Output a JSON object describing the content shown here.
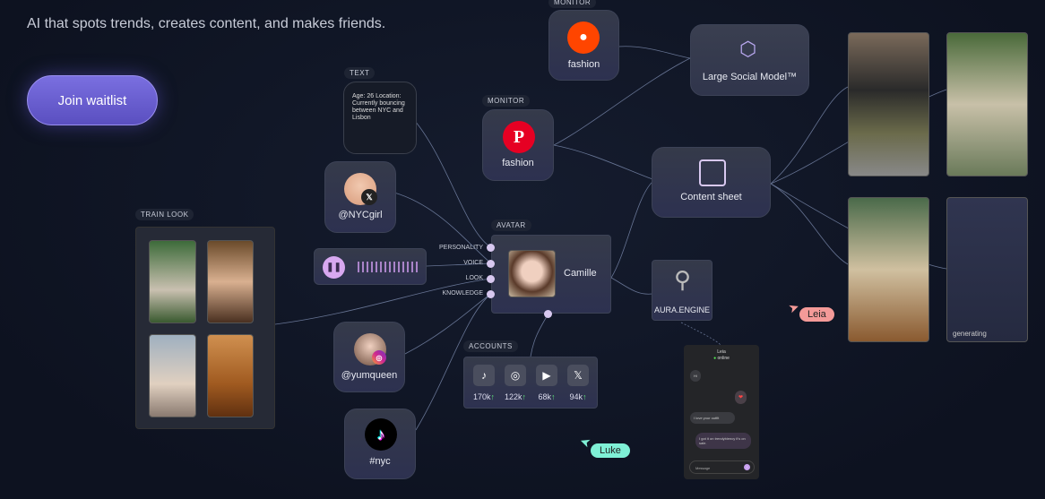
{
  "hero": {
    "tagline": "AI that spots trends, creates content, and makes friends.",
    "cta": "Join waitlist"
  },
  "nodes": {
    "monitor_reddit": {
      "tag": "MONITOR",
      "label": "fashion"
    },
    "monitor_pinterest": {
      "tag": "MONITOR",
      "label": "fashion"
    },
    "lsm": {
      "label": "Large Social Model™"
    },
    "content_sheet": {
      "label": "Content sheet"
    },
    "text": {
      "tag": "TEXT",
      "body": "Age: 26 Location: Currently bouncing between NYC and Lisbon"
    },
    "nycgirl": {
      "label": "@NYCgirl"
    },
    "yumqueen": {
      "label": "@yumqueen"
    },
    "tiktok": {
      "label": "#nyc"
    },
    "train_look": {
      "tag": "TRAIN LOOK"
    },
    "avatar": {
      "tag": "AVATAR",
      "name": "Camille",
      "ports": [
        "PERSONALITY",
        "VOICE",
        "LOOK",
        "KNOWLEDGE"
      ]
    },
    "aura": {
      "label": "AURA.ENGINE"
    },
    "accounts": {
      "tag": "ACCOUNTS",
      "items": [
        {
          "icon": "tiktok-icon",
          "count": "170k"
        },
        {
          "icon": "instagram-icon",
          "count": "122k"
        },
        {
          "icon": "youtube-icon",
          "count": "68k"
        },
        {
          "icon": "x-icon",
          "count": "94k"
        }
      ]
    },
    "generating": {
      "label": "generating"
    }
  },
  "chat": {
    "name": "Leia",
    "status": "online",
    "messages": [
      "Hi",
      "❤",
      "I love your outfit",
      "I got it on trendybiency it's on sale."
    ],
    "placeholder": "Message"
  },
  "cursors": {
    "leia": "Leia",
    "luke": "Luke"
  },
  "colors": {
    "accent": "#6a5fd0",
    "leia": "#f49a98",
    "luke": "#7ff0d6"
  }
}
